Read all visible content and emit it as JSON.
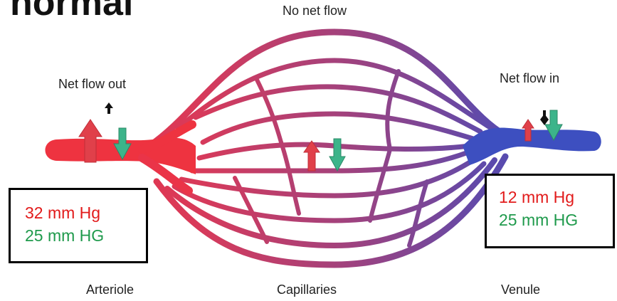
{
  "title": "normal",
  "labels": {
    "top": "No net flow",
    "net_out": "Net flow out",
    "net_in": "Net flow in",
    "arteriole": "Arteriole",
    "capillaries": "Capillaries",
    "venule": "Venule"
  },
  "left_box": {
    "line1": "32 mm Hg",
    "line2": "25 mm HG"
  },
  "right_box": {
    "line1": "12 mm Hg",
    "line2": "25 mm HG"
  },
  "colors": {
    "arterial": "#e8333f",
    "venous": "#3d4fc0",
    "red_text": "#e21b1b",
    "green_text": "#1f9a4c",
    "arrow_red": "#e0404a",
    "arrow_green": "#3cb48a"
  }
}
